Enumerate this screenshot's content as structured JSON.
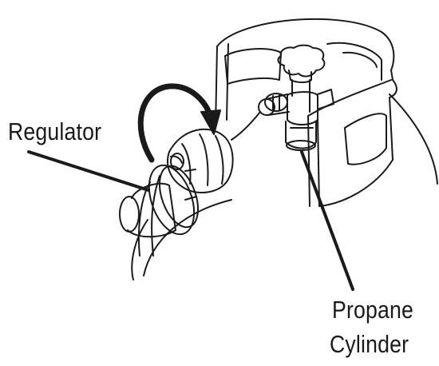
{
  "labels": {
    "regulator": "Regulator",
    "cylinder_line1": "Propane",
    "cylinder_line2": "Cylinder"
  },
  "colors": {
    "ink": "#1a1a1a",
    "background": "#ffffff"
  },
  "icons": {
    "arrow": "curved-arrow-icon"
  }
}
